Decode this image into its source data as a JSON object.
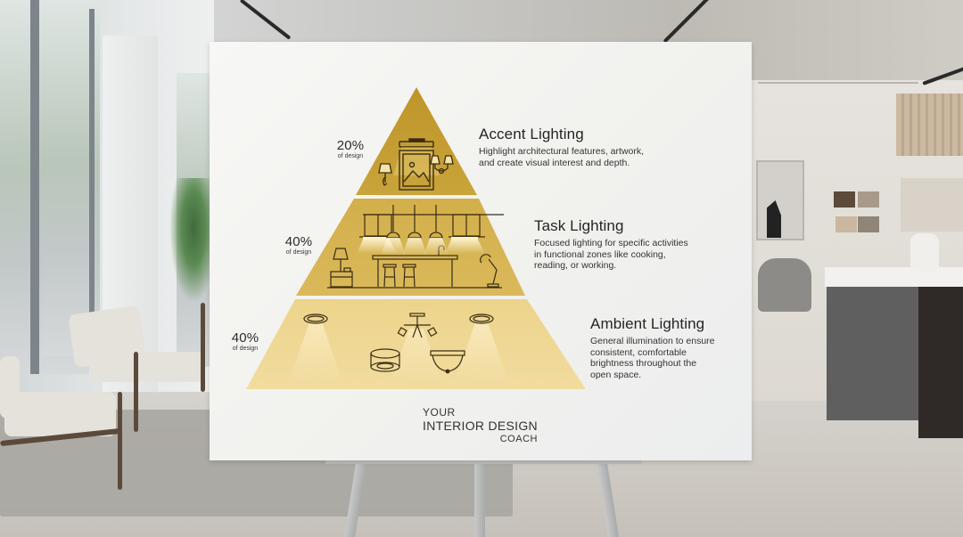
{
  "board": {
    "pyramid": {
      "tiers": [
        {
          "id": "accent",
          "percent": "20%",
          "percent_caption": "of design",
          "title": "Accent Lighting",
          "description_lines": [
            "Highlight architectural features, artwork,",
            "and create visual interest and depth."
          ],
          "icons": [
            "picture-light-icon",
            "framed-artwork-icon",
            "wall-sconce-icon",
            "double-wall-sconce-icon"
          ],
          "color": "#C29B2E"
        },
        {
          "id": "task",
          "percent": "40%",
          "percent_caption": "of design",
          "title": "Task Lighting",
          "description_lines": [
            "Focused lighting for specific activities",
            "in functional zones like cooking,",
            "reading, or working."
          ],
          "icons": [
            "kitchen-cabinet-icon",
            "pendant-light-icon",
            "under-cabinet-light-icon",
            "table-lamp-icon",
            "kitchen-island-icon",
            "bar-stool-icon",
            "desk-lamp-icon"
          ],
          "color": "#D7B554"
        },
        {
          "id": "ambient",
          "percent": "40%",
          "percent_caption": "of design",
          "title": "Ambient Lighting",
          "description_lines": [
            "General illumination to ensure",
            "consistent, comfortable",
            "brightness throughout the",
            "open space."
          ],
          "icons": [
            "recessed-downlight-icon",
            "track-spotlight-icon",
            "surface-mount-cylinder-icon",
            "dome-ceiling-light-icon"
          ],
          "color": "#EDD58F"
        }
      ]
    },
    "brand": {
      "line1": "YOUR",
      "line2": "INTERIOR DESIGN",
      "line3": "COACH"
    }
  },
  "colors": {
    "accent_tier": "#C29B2E",
    "task_tier": "#D7B554",
    "ambient_tier": "#EDD58F",
    "line_art": "#3a2c12",
    "board": "#F4F4F2",
    "text": "#2A2A2A"
  }
}
